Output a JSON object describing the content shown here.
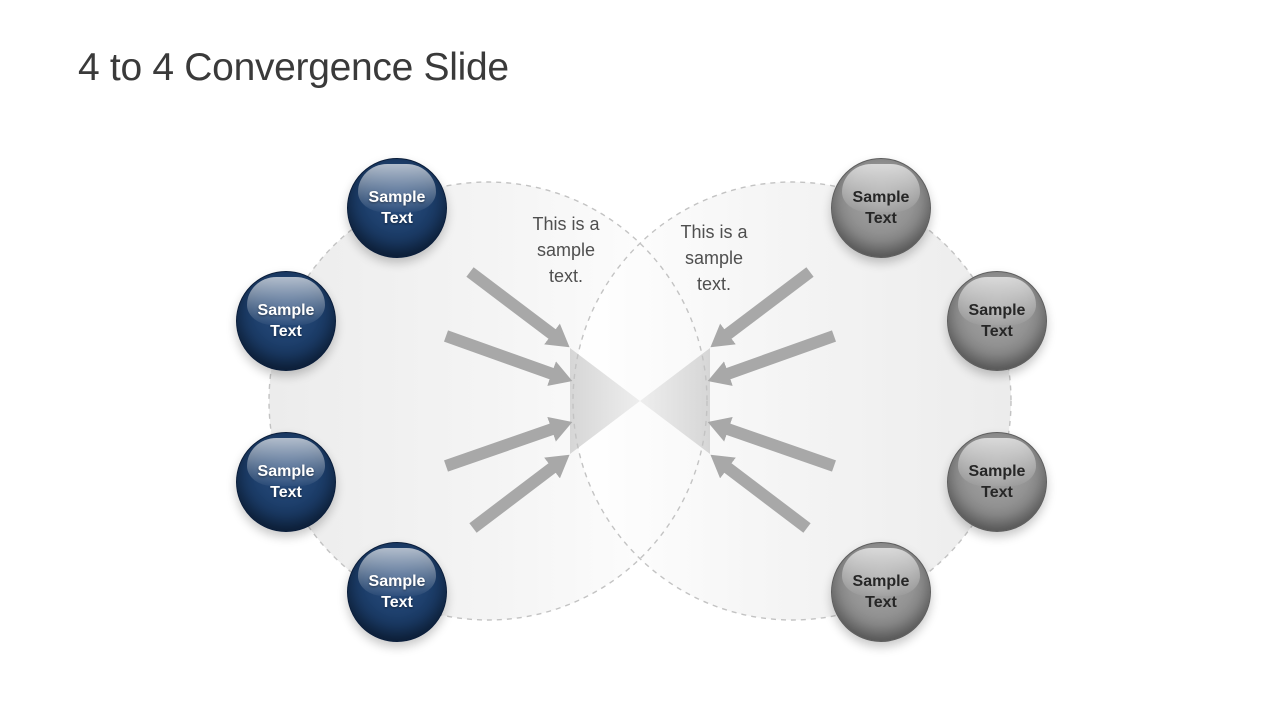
{
  "slide": {
    "title": "4 to 4 Convergence Slide"
  },
  "colors": {
    "navy_sphere": "#1c3c66",
    "gray_sphere": "#8f8f8f",
    "arrow": "#a8a8a8",
    "circle_fill": "#f2f2f2",
    "circle_border": "#c3c3c3",
    "title_text": "#3a3a3a",
    "caption_text": "#4f4f4f",
    "sphere_label_light": "#ffffff",
    "sphere_label_dark": "#262626"
  },
  "left_group": {
    "caption": "This is a\nsample\ntext.",
    "spheres": [
      {
        "label": "Sample\nText"
      },
      {
        "label": "Sample\nText"
      },
      {
        "label": "Sample\nText"
      },
      {
        "label": "Sample\nText"
      }
    ]
  },
  "right_group": {
    "caption": "This is a\nsample\ntext.",
    "spheres": [
      {
        "label": "Sample\nText"
      },
      {
        "label": "Sample\nText"
      },
      {
        "label": "Sample\nText"
      },
      {
        "label": "Sample\nText"
      }
    ]
  }
}
